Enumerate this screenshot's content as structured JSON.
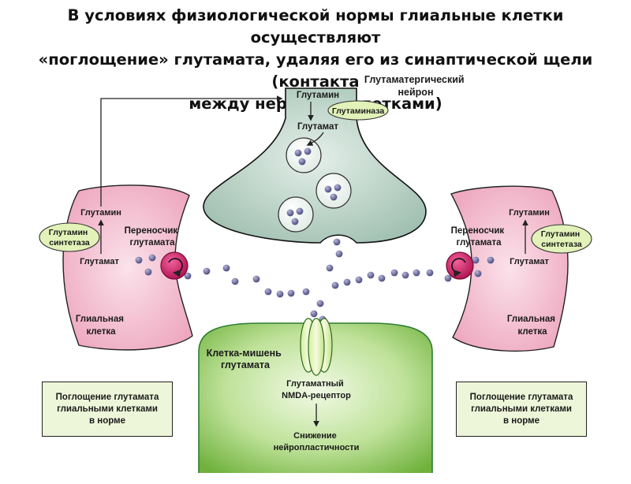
{
  "title": {
    "line1": "В условиях физиологической нормы глиальные клетки осуществляют",
    "line2": "«поглощение» глутамата, удаляя его из синаптической щели (контакта",
    "line3": "между нервными клетками)"
  },
  "neuron": {
    "label_line1": "Глутаматергический",
    "label_line2": "нейрон",
    "glutamine": "Глутамин",
    "enzyme": "Глутаминаза",
    "glutamate": "Глутамат"
  },
  "glia_left": {
    "glutamine": "Глутамин",
    "synthetase_line1": "Глутамин",
    "synthetase_line2": "синтетаза",
    "glutamate": "Глутамат",
    "transporter_line1": "Переносчик",
    "transporter_line2": "глутамата",
    "cell_line1": "Глиальная",
    "cell_line2": "клетка"
  },
  "glia_right": {
    "glutamine": "Глутамин",
    "synthetase_line1": "Глутамин",
    "synthetase_line2": "синтетаза",
    "glutamate": "Глутамат",
    "transporter_line1": "Переносчик",
    "transporter_line2": "глутамата",
    "cell_line1": "Глиальная",
    "cell_line2": "клетка"
  },
  "target": {
    "label_line1": "Клетка-мишень",
    "label_line2": "глутамата",
    "receptor_line1": "Глутаматный",
    "receptor_line2": "NMDA-рецептор",
    "result_line1": "Снижение",
    "result_line2": "нейропластичности"
  },
  "box_left": {
    "line1": "Поглощение глутамата",
    "line2": "глиальными клетками",
    "line3": "в норме"
  },
  "box_right": {
    "line1": "Поглощение глутамата",
    "line2": "глиальными клетками",
    "line3": "в норме"
  },
  "colors": {
    "neuron": "#bcd5c9",
    "glia": "#f5c3d2",
    "target": "#8ec95a",
    "transporter": "#d81b6b",
    "glutamate_dot": "#6a6a9a",
    "enzyme_oval": "#e2f2b8",
    "box_bg": "#eef6d9"
  }
}
